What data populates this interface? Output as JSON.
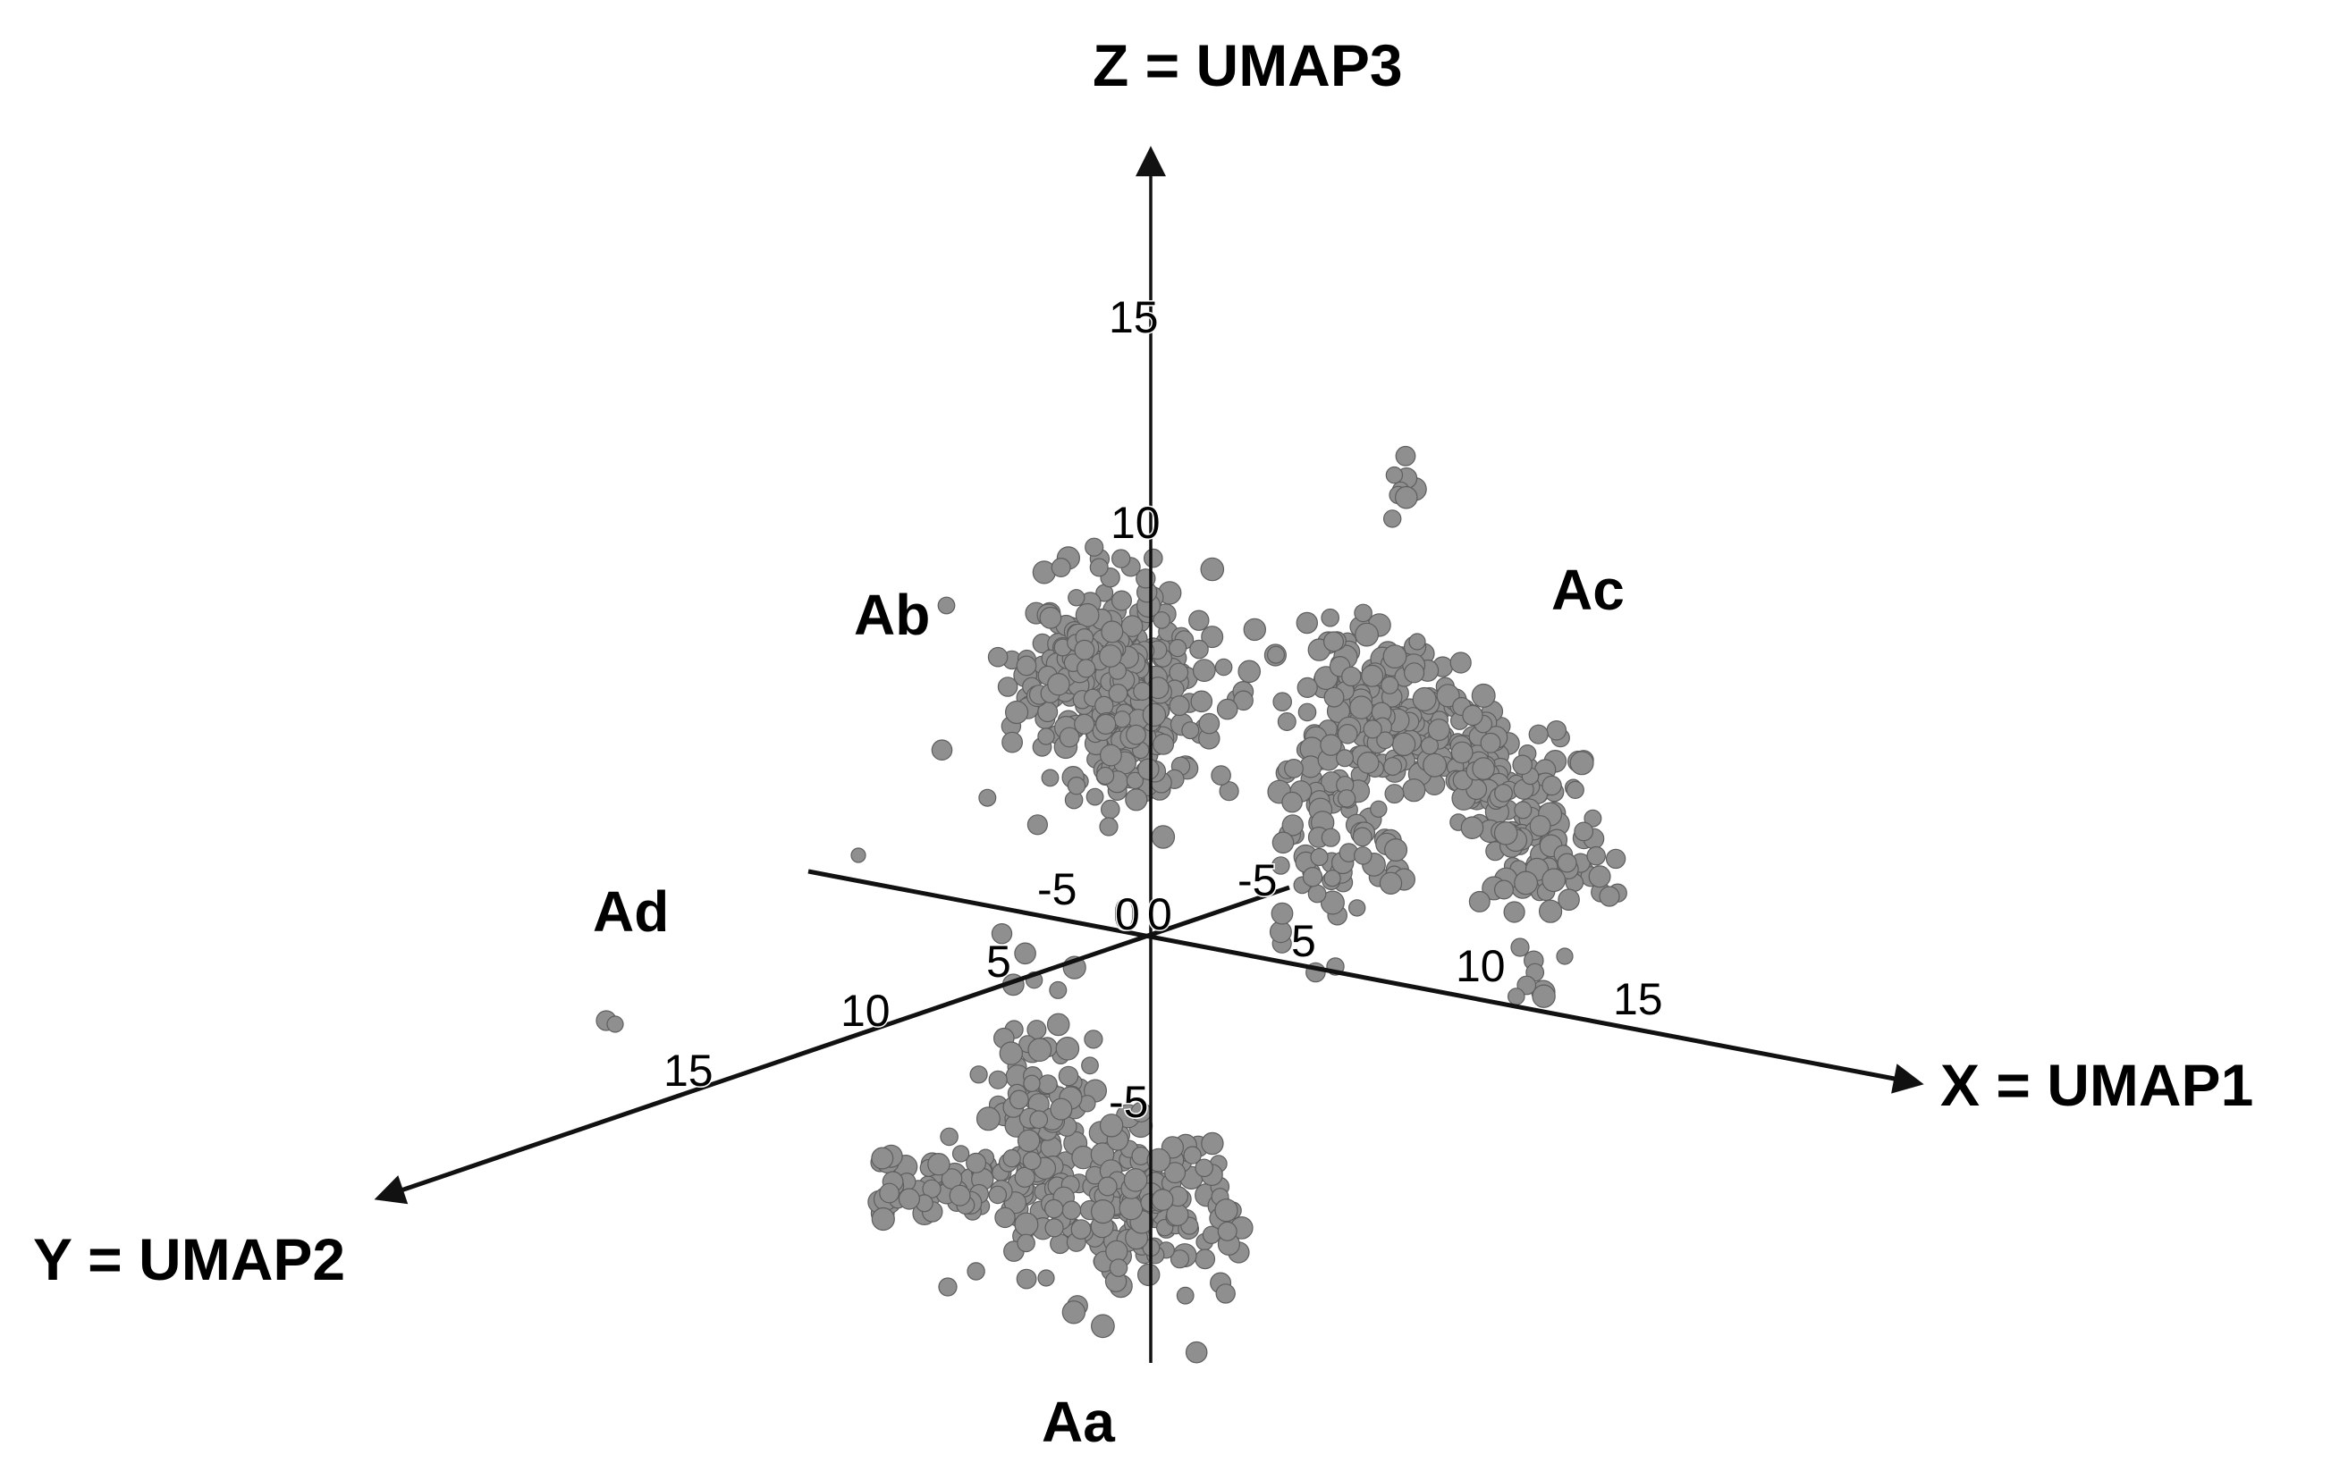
{
  "chart_data": {
    "type": "scatter",
    "projection": "3d-perspective",
    "axes": {
      "x": {
        "label": "X = UMAP1",
        "ticks": [
          "-5",
          "0",
          "5",
          "10",
          "15"
        ]
      },
      "y": {
        "label": "Y = UMAP2",
        "ticks": [
          "-5",
          "0",
          "5",
          "10",
          "15"
        ]
      },
      "z": {
        "label": "Z = UMAP3",
        "ticks": [
          "0",
          "-5",
          "10",
          "15"
        ]
      }
    },
    "clusters": [
      {
        "label": "Aa"
      },
      {
        "label": "Ab"
      },
      {
        "label": "Ac"
      },
      {
        "label": "Ad"
      }
    ],
    "point_color": "#8f8f8f",
    "background": "#ffffff"
  }
}
